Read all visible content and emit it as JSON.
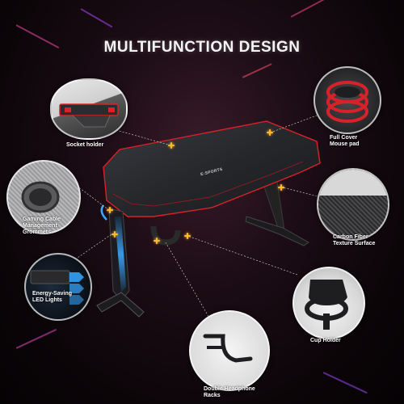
{
  "title": "MULTIFUNCTION DESIGN",
  "desk_brand": "E-SPORTS",
  "features": {
    "socket_holder": "Socket holder",
    "mouse_pad": [
      "Full Cover",
      "Mouse pad"
    ],
    "cable_grommets": [
      "Gaming Cable",
      "Management",
      "Grommets"
    ],
    "carbon_fiber": [
      "Carbon Fiber",
      "Texture Surface"
    ],
    "led_lights": [
      "Energy-Saving",
      "LED Lights"
    ],
    "cup_holder": "Cup Holder",
    "headphone_racks": [
      "Double Headphone",
      "Racks"
    ]
  },
  "colors": {
    "background": "#0b0508",
    "accent_red": "#d8222a",
    "led_blue": "#33a8ff",
    "spark": "#ffb830"
  }
}
